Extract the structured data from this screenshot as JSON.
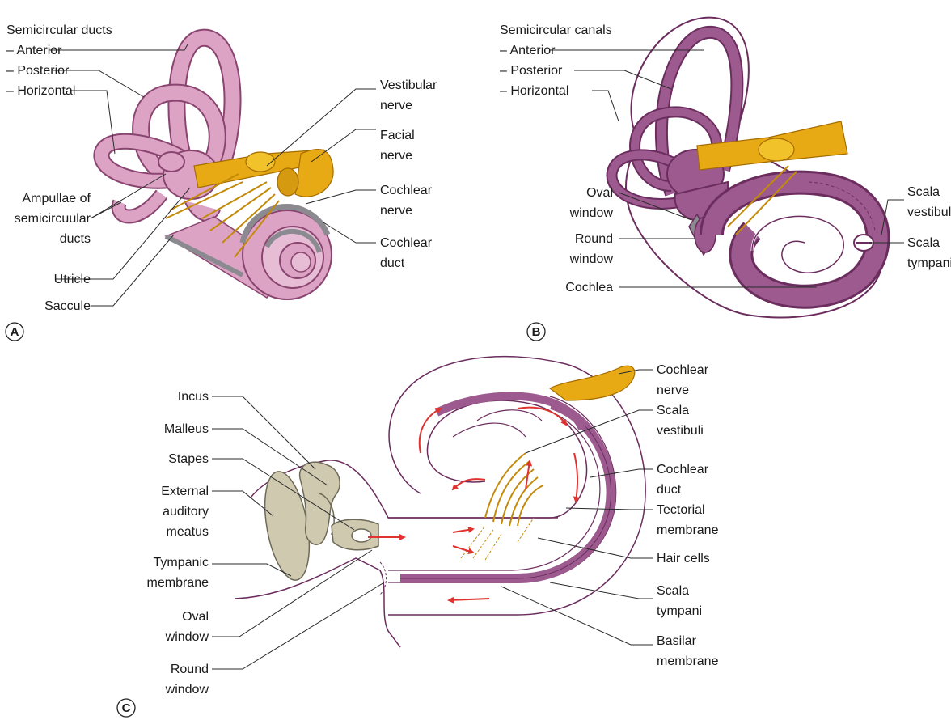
{
  "colors": {
    "membranous_pink": "#dca3c4",
    "pink_outline": "#8a4470",
    "bony_purple": "#9c5a8e",
    "bony_outline": "#6b2d5e",
    "nerve_yellow": "#e8aa14",
    "nerve_dark": "#a46c00",
    "ossicle_beige": "#cfc9b0",
    "ossicle_outline": "#6e6a58",
    "arrow_red": "#e0322f",
    "duct_grey": "#8a8a90"
  },
  "panels": {
    "A": {
      "letter": "A",
      "labels": {
        "semicircular_ducts": "Semicircular ducts",
        "anterior": "– Anterior",
        "posterior": "– Posterior",
        "horizontal": "– Horizontal",
        "ampullae_1": "Ampullae of",
        "ampullae_2": "semicircuular",
        "ampullae_3": "ducts",
        "utricle": "Utricle",
        "saccule": "Saccule",
        "vestibular_1": "Vestibular",
        "vestibular_2": "nerve",
        "facial_1": "Facial",
        "facial_2": "nerve",
        "cochlear_nerve_1": "Cochlear",
        "cochlear_nerve_2": "nerve",
        "cochlear_duct_1": "Cochlear",
        "cochlear_duct_2": "duct"
      }
    },
    "B": {
      "letter": "B",
      "labels": {
        "semicircular_canals": "Semicircular canals",
        "anterior": "– Anterior",
        "posterior": "– Posterior",
        "horizontal": "– Horizontal",
        "oval_1": "Oval",
        "oval_2": "window",
        "round_1": "Round",
        "round_2": "window",
        "cochlea": "Cochlea",
        "scala_vest_1": "Scala",
        "scala_vest_2": "vestibuli",
        "scala_tymp_1": "Scala",
        "scala_tymp_2": "tympani"
      }
    },
    "C": {
      "letter": "C",
      "labels": {
        "incus": "Incus",
        "malleus": "Malleus",
        "stapes": "Stapes",
        "eam_1": "External",
        "eam_2": "auditory",
        "eam_3": "meatus",
        "tympanic_1": "Tympanic",
        "tympanic_2": "membrane",
        "oval_1": "Oval",
        "oval_2": "window",
        "round_1": "Round",
        "round_2": "window",
        "cochlear_nerve_1": "Cochlear",
        "cochlear_nerve_2": "nerve",
        "scala_vest_1": "Scala",
        "scala_vest_2": "vestibuli",
        "cochlear_duct_1": "Cochlear",
        "cochlear_duct_2": "duct",
        "tectorial_1": "Tectorial",
        "tectorial_2": "membrane",
        "hair_cells": "Hair cells",
        "scala_tymp_1": "Scala",
        "scala_tymp_2": "tympani",
        "basilar_1": "Basilar",
        "basilar_2": "membrane"
      }
    }
  }
}
